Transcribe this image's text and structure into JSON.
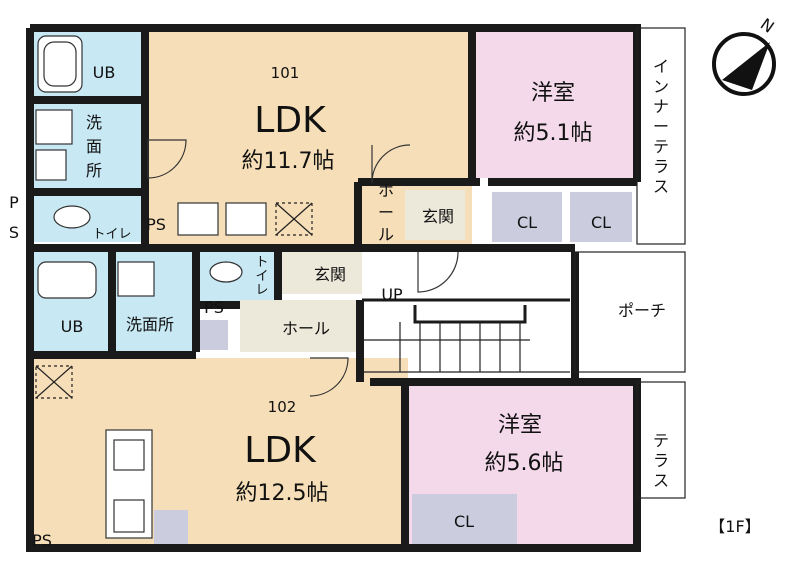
{
  "floor_label": "【1F】",
  "unit_101": {
    "number": "101",
    "ldk_name": "LDK",
    "ldk_size": "約11.7帖",
    "bedroom_name": "洋室",
    "bedroom_size": "約5.1帖",
    "entrance": "玄関",
    "hall": [
      "ホ",
      "ー",
      "ル"
    ],
    "toilet": "トイレ",
    "washroom": [
      "洗",
      "面",
      "所"
    ],
    "ub": "UB",
    "ps_kitchen": "PS",
    "ps_left": [
      "P",
      "S"
    ],
    "closet_1": "CL",
    "closet_2": "CL"
  },
  "unit_102": {
    "number": "102",
    "ldk_name": "LDK",
    "ldk_size": "約12.5帖",
    "bedroom_name": "洋室",
    "bedroom_size": "約5.6帖",
    "entrance": "玄関",
    "hall": "ホール",
    "toilet": [
      "ト",
      "イ",
      "レ"
    ],
    "washroom": "洗面所",
    "ub": "UB",
    "ps": "PS",
    "ps_corner": "PS",
    "closet": "CL"
  },
  "shared": {
    "stairs_up": "UP",
    "porch": "ポーチ",
    "inner_terrace": [
      "イ",
      "ン",
      "ナ",
      "ー",
      "テ",
      "ラ",
      "ス"
    ],
    "terrace": [
      "テ",
      "ラ",
      "ス"
    ]
  },
  "compass_label": "N",
  "colors": {
    "ldk": "#f6dfb8",
    "bedroom": "#f3d9ea",
    "wet_area": "#c8e8f3",
    "hall": "#ece9db",
    "closet": "#ccccdf"
  }
}
